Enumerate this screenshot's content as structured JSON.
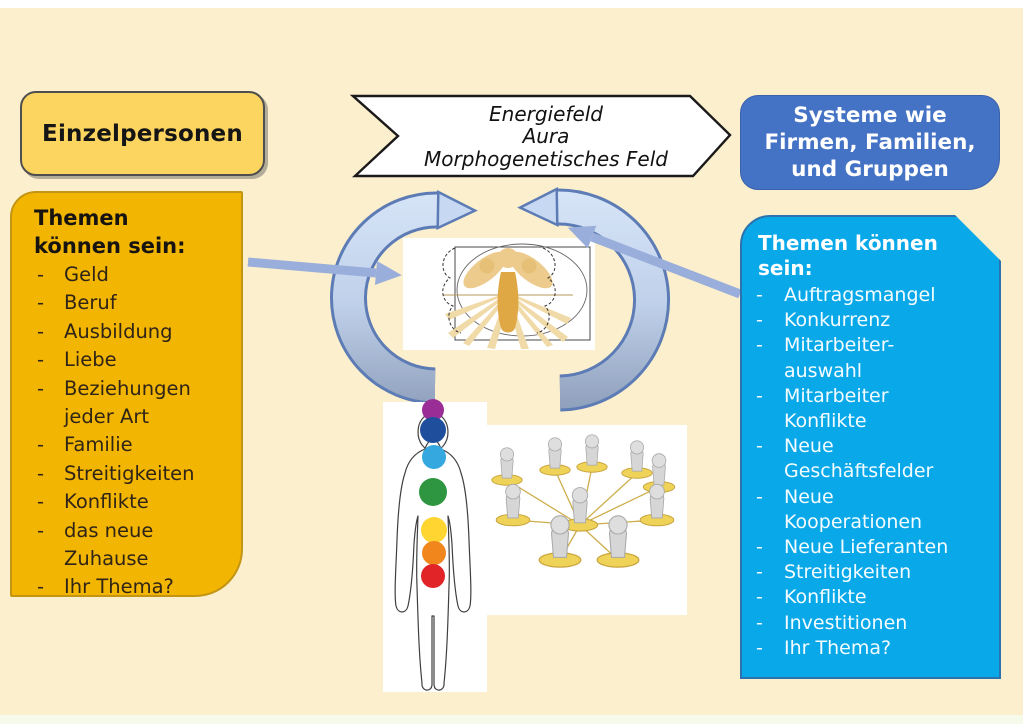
{
  "slide": {
    "background": "#FCEFCD",
    "top_strip_color": "#FFFFFF",
    "bottom_strip_color": "#F6FAEA"
  },
  "left_panel": {
    "title": "Einzelpersonen",
    "title_bg": "#FBD55F",
    "heading": "Themen\nkönnen sein:",
    "box_bg": "#F2B501",
    "items": [
      "Geld",
      "Beruf",
      "Ausbildung",
      "Liebe",
      "Beziehungen\njeder Art",
      "Familie",
      "Streitigkeiten",
      "Konflikte",
      "das neue\nZuhause",
      "Ihr Thema?"
    ]
  },
  "banner": {
    "lines": [
      "Energiefeld",
      "Aura",
      "Morphogenetisches Feld"
    ]
  },
  "right_panel": {
    "title": "Systeme wie\nFirmen, Familien,\nund Gruppen",
    "title_bg": "#4472C4",
    "heading": "Themen können\nsein:",
    "box_bg": "#09A8E9",
    "box_border": "#2B72AE",
    "items": [
      "Auftragsmangel",
      "Konkurrenz",
      "Mitarbeiter-\nauswahl",
      "Mitarbeiter\nKonflikte",
      "Neue\nGeschäftsfelder",
      "Neue\nKooperationen",
      "Neue Lieferanten",
      "Streitigkeiten",
      "Konflikte",
      "Investitionen",
      "Ihr Thema?"
    ]
  },
  "graphics": {
    "cycle_arrows_icon": "circular-exchange-arrows",
    "left_arrow_icon": "arrow-into-center",
    "right_arrow_icon": "arrow-into-center",
    "energy_image": "vitruvian-energy-figure",
    "body_image": "chakra-body-silhouette",
    "network_image": "people-network",
    "straight_arrow_color": "#9AAEDB",
    "arc_outline_color": "#5D7CB5",
    "chakra_colors": [
      "#9B2D96",
      "#1F4E9C",
      "#35A8DF",
      "#2E9640",
      "#FFD531",
      "#F0861C",
      "#E02428"
    ]
  }
}
